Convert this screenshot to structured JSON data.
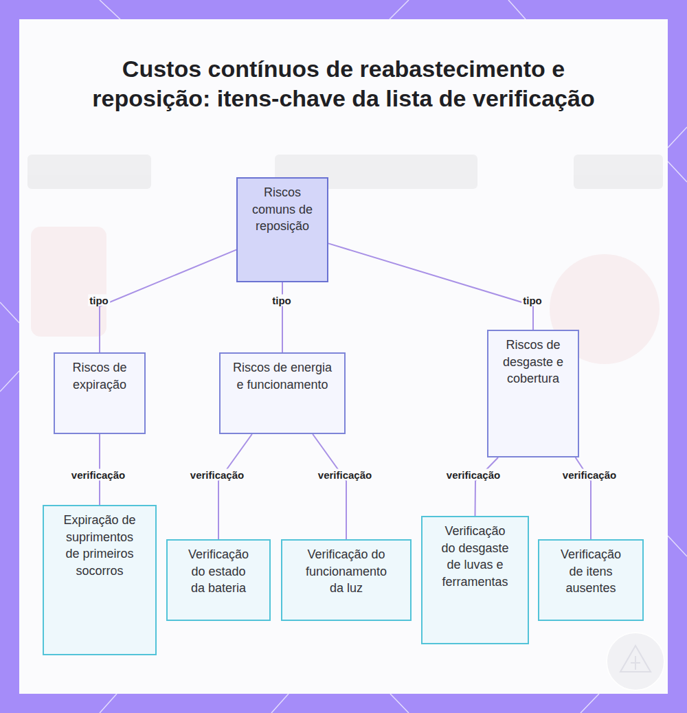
{
  "diagram": {
    "title": "Custos contínuos de reabastecimento e reposição: itens-chave da lista de verificação",
    "nodes": [
      {
        "text": [
          "Riscos comuns de reposição"
        ]
      },
      {
        "text": [
          "Riscos de expiração"
        ]
      },
      {
        "text": [
          "Riscos de energia e funcionamento"
        ]
      },
      {
        "text": [
          "Riscos de desgaste e cobertura"
        ]
      },
      {
        "text": [
          "Expiração de suprimentos de primeiros socorros"
        ]
      },
      {
        "text": [
          "Verificação do estado da bateria"
        ]
      },
      {
        "text": [
          "Verificação do funcionamento da luz"
        ]
      },
      {
        "text": [
          "Verificação do desgaste de luvas e ferramentas"
        ]
      },
      {
        "text": [
          "Verificação de itens ausentes"
        ]
      }
    ],
    "edges": [
      {
        "from": 0,
        "to": 1,
        "arrow": "none",
        "label": "tipo"
      },
      {
        "from": 0,
        "to": 2,
        "arrow": "none",
        "label": "tipo"
      },
      {
        "from": 0,
        "to": 3,
        "arrow": "none",
        "label": "tipo"
      },
      {
        "from": 1,
        "to": 4,
        "arrow": "none",
        "label": "verificação"
      },
      {
        "from": 2,
        "to": 5,
        "arrow": "none",
        "label": "verificação"
      },
      {
        "from": 2,
        "to": 6,
        "arrow": "none",
        "label": "verificação"
      },
      {
        "from": 3,
        "to": 7,
        "arrow": "none",
        "label": "verificação"
      },
      {
        "from": 3,
        "to": 8,
        "arrow": "none",
        "label": "verificação"
      }
    ]
  }
}
